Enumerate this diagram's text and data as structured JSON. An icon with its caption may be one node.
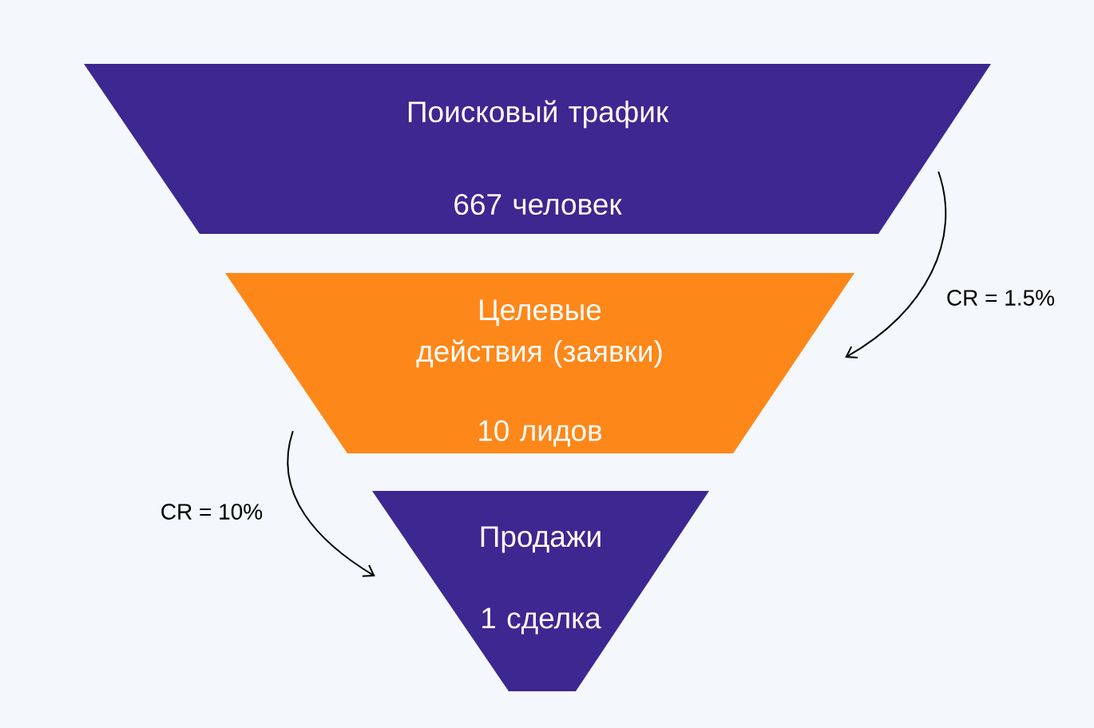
{
  "diagram": {
    "nodes": [
      {
        "text": [
          "Поисковый трафик",
          "667 человек"
        ]
      },
      {
        "text": [
          "Целевые действия (заявки)",
          "10 лидов"
        ]
      },
      {
        "text": [
          "Продажи",
          "1 сделка"
        ]
      }
    ],
    "edges": [
      {
        "from": 0,
        "to": 1,
        "arrow": "to",
        "label": "CR = 1.5%"
      },
      {
        "from": 1,
        "to": 2,
        "arrow": "to",
        "label": "CR = 10%"
      }
    ]
  }
}
